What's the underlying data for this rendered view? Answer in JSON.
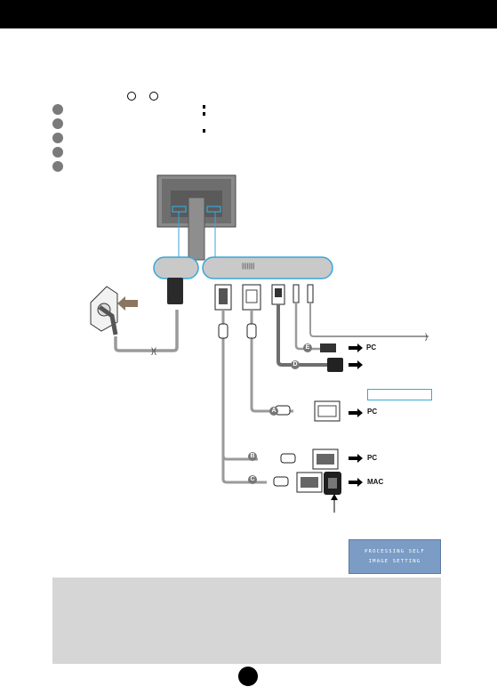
{
  "colors": {
    "topbar": "#000000",
    "cable_gray": "#9a9a9a",
    "accent_blue": "#3aa6d8",
    "panel_fill": "#d6d6d6",
    "osd_fill": "#7b9cc4"
  },
  "labels": {
    "pc_1": "PC",
    "pc_2": "PC",
    "pc_3": "PC",
    "mac": "MAC",
    "marker_a": "A",
    "marker_b": "B",
    "marker_c": "C",
    "marker_d": "D",
    "marker_e": "E",
    "port_text": "||||||||"
  },
  "osd": {
    "line1": "PROCESSING SELF",
    "line2": "IMAGE SETTING"
  },
  "icons": [
    "power-outlet-icon",
    "arrow-right-icon",
    "dvi-connector-icon",
    "d-sub-connector-icon",
    "mac-adapter-icon",
    "page-number-dot-icon"
  ]
}
